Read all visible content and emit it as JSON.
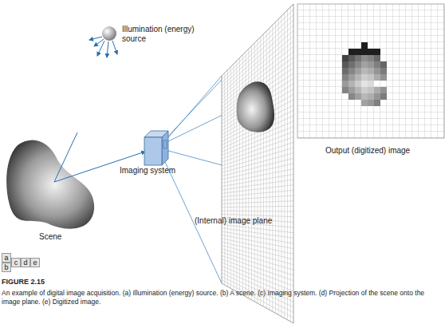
{
  "diagram": {
    "title": "FIGURE 2.15",
    "caption": "An example of digital image acquisition. (a) Illumination (energy) source. (b) A scene. (c) Imaging system. (d) Projection of the scene onto the image plane. (e) Digitized image.",
    "nodes": [
      {
        "text": [
          "a"
        ]
      },
      {
        "text": [
          "b"
        ]
      },
      {
        "text": [
          "c"
        ]
      },
      {
        "text": [
          "d"
        ]
      },
      {
        "text": [
          "e"
        ]
      }
    ],
    "labels": [
      "Illumination (energy) source",
      "Output (digitized) image",
      "Imaging system",
      "(Internal) image plane",
      "Scene"
    ]
  }
}
